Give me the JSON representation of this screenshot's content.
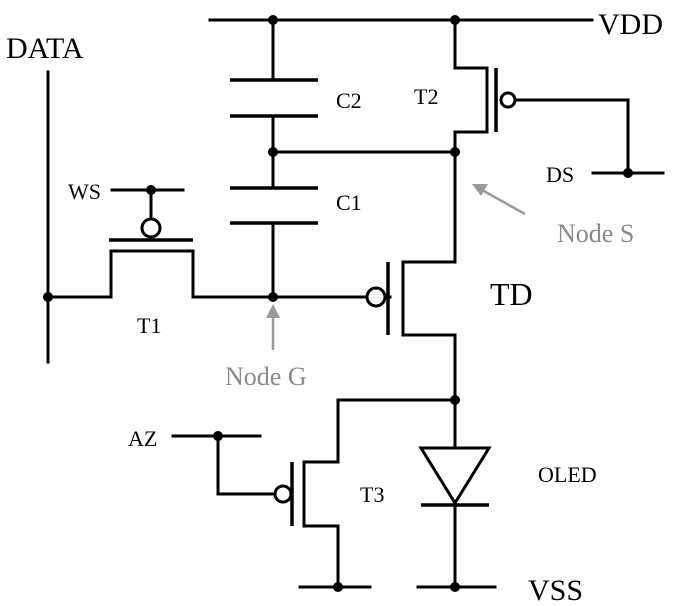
{
  "diagram": {
    "rails": {
      "supply": "VDD",
      "ground": "VSS"
    },
    "signals": {
      "data": "DATA",
      "ws": "WS",
      "ds": "DS",
      "az": "AZ"
    },
    "transistors": {
      "t1": "T1",
      "t2": "T2",
      "t3": "T3",
      "td": "TD"
    },
    "capacitors": {
      "c1": "C1",
      "c2": "C2"
    },
    "oled": "OLED",
    "nodes": {
      "g": "Node G",
      "s": "Node S"
    },
    "colors": {
      "wire": "#000000",
      "annotation": "#8a8a8a"
    }
  }
}
